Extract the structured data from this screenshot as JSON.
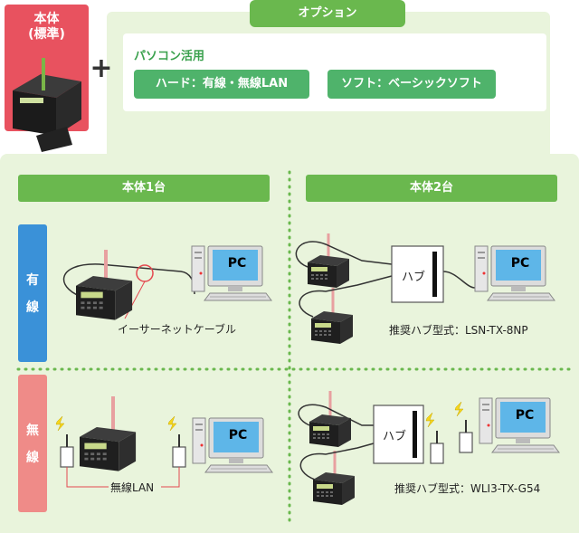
{
  "main_unit": {
    "label": "本体\n(標準)",
    "bg_color": "#e8525f"
  },
  "plus": "+",
  "option": {
    "tab_label": "オプション",
    "pc_use_title": "パソコン活用",
    "hardware_button": "ハード：有線・無線LAN",
    "software_button": "ソフト：ベーシックソフト"
  },
  "columns": {
    "one_unit": "本体1台",
    "two_units": "本体2台"
  },
  "rows": {
    "wired": {
      "chars": [
        "有",
        "線"
      ]
    },
    "wireless": {
      "chars": [
        "無",
        "線"
      ]
    }
  },
  "labels": {
    "ethernet_cable": "イーサーネットケーブル",
    "wired_hub": "推奨ハブ型式：LSN-TX-8NP",
    "wireless_lan": "無線LAN",
    "wireless_hub": "推奨ハブ型式：WLI3-TX-G54",
    "hub": "ハブ",
    "pc": "PC"
  },
  "colors": {
    "green": "#6ab84e",
    "light_green": "#e9f4dc",
    "blue": "#3a91d8",
    "pink": "#ef8b88",
    "screen": "#5eb6e8"
  }
}
